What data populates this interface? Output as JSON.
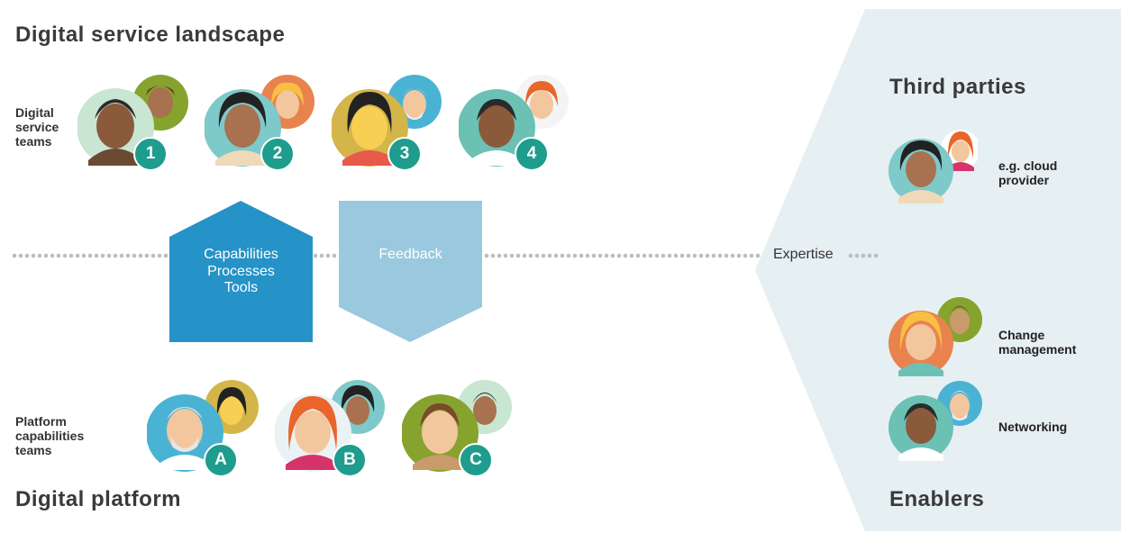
{
  "titles": {
    "top_left": "Digital service landscape",
    "bottom_left": "Digital platform",
    "top_right": "Third parties",
    "bottom_right": "Enablers"
  },
  "row_labels": {
    "service_teams": [
      "Digital",
      "service",
      "teams"
    ],
    "platform_teams": [
      "Platform",
      "capabilities",
      "teams"
    ]
  },
  "service_teams": [
    {
      "badge": "1",
      "main_bg": "#c8e6d2",
      "small_bg": "#86a32e"
    },
    {
      "badge": "2",
      "main_bg": "#7ec9c9",
      "small_bg": "#e9834e"
    },
    {
      "badge": "3",
      "main_bg": "#d4b54a",
      "small_bg": "#4ab3d4"
    },
    {
      "badge": "4",
      "main_bg": "#6cc1b5",
      "small_bg": "#ffffff"
    }
  ],
  "platform_teams": [
    {
      "badge": "A",
      "main_bg": "#4ab3d4",
      "small_bg": "#d4b54a"
    },
    {
      "badge": "B",
      "main_bg": "#eaf2f6",
      "small_bg": "#7ec9c9"
    },
    {
      "badge": "C",
      "main_bg": "#86a32e",
      "small_bg": "#c8e6d2"
    }
  ],
  "up_arrow": {
    "lines": [
      "Capabilities",
      "Processes",
      "Tools"
    ],
    "color": "#2592c8"
  },
  "down_arrow": {
    "lines": [
      "Feedback"
    ],
    "color": "#9ac9df"
  },
  "expertise_label": "Expertise",
  "right_items": [
    {
      "label_lines": [
        "e.g. cloud",
        "provider"
      ]
    },
    {
      "label_lines": [
        "Change",
        "management"
      ]
    },
    {
      "label_lines": [
        "Networking"
      ]
    }
  ],
  "colors": {
    "panel": "#e6eff2",
    "badge": "#1e9c8e",
    "dots": "#bdbdbd",
    "skin": "#f3c79e",
    "skin_dark": "#a8714f"
  }
}
